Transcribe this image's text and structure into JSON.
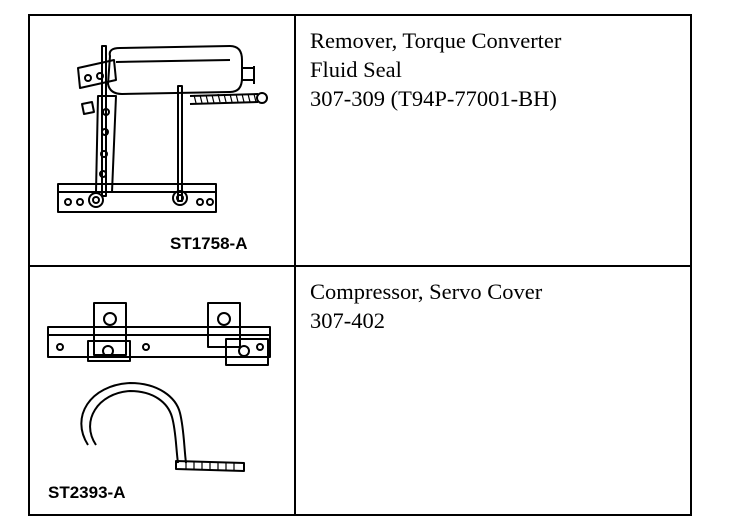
{
  "tools": [
    {
      "figure_id": "ST1758-A",
      "description_lines": [
        "Remover, Torque Converter",
        "Fluid Seal",
        "307-309 (T94P-77001-BH)"
      ],
      "illustration": "torque-converter-seal-remover-drawing"
    },
    {
      "figure_id": "ST2393-A",
      "description_lines": [
        "Compressor, Servo Cover",
        "307-402"
      ],
      "illustration": "servo-cover-compressor-drawing"
    }
  ]
}
